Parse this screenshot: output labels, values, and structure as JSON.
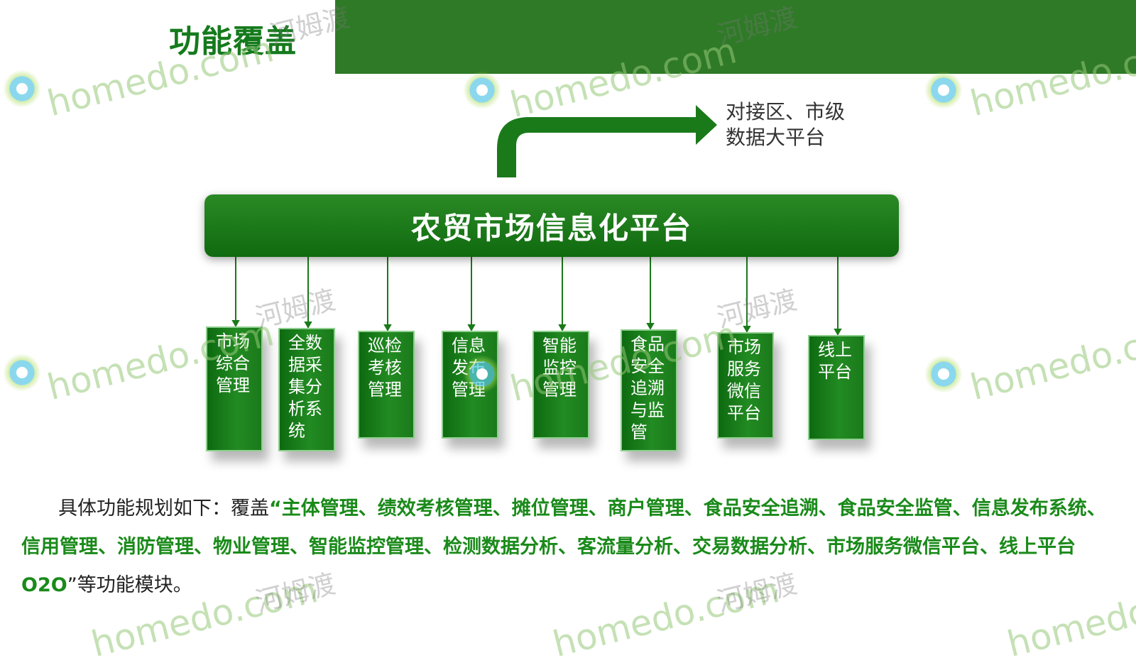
{
  "title": "功能覆盖",
  "connector": {
    "line1": "对接区、市级",
    "line2": "数据大平台"
  },
  "platform": {
    "label": "农贸市场信息化平台"
  },
  "modules": [
    "市场\n综合\n管理",
    "全数\n据采\n集分\n析系\n统",
    "巡检\n考核\n管理",
    "信息\n发布\n管理",
    "智能\n监控\n管理",
    "食品\n安全\n追溯\n与监\n管",
    "市场\n服务\n微信\n平台",
    "线上\n平台"
  ],
  "description": {
    "intro": "具体功能规划如下：覆盖",
    "quote_open": "“",
    "highlight": "主体管理、绩效考核管理、摊位管理、商户管理、食品安全追溯、食品安全监管、信息发布系统、信用管理、消防管理、物业管理、智能监控管理、检测数据分析、客流量分析、交易数据分析、市场服务微信平台、线上平台O2O",
    "quote_close": "”",
    "outro": "等功能模块。"
  },
  "watermark": {
    "text": "homedo.com",
    "cn": "河姆渡"
  },
  "colors": {
    "primary_green": "#1a7a1a",
    "header_green": "#2f7a27",
    "highlight_green": "#1a8a1a"
  }
}
